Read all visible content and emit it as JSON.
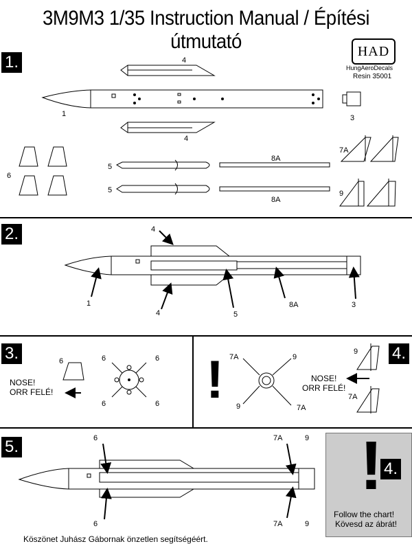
{
  "title": "3M9M3 1/35 Instruction Manual / Építési útmutató",
  "logo": {
    "text": "HAD",
    "brand": "HungAeroDecals",
    "product": "Resin 35001"
  },
  "steps": {
    "s1": "1.",
    "s2": "2.",
    "s3": "3.",
    "s4": "4.",
    "s5": "5.",
    "s4b": "4."
  },
  "labels": {
    "p1": "1",
    "p3": "3",
    "p4a": "4",
    "p4b": "4",
    "p5a": "5",
    "p5b": "5",
    "p6": "6",
    "p7a": "7A",
    "p8a_top": "8A",
    "p8a_bot": "8A",
    "p9": "9",
    "s2_4": "4",
    "s2_1": "1",
    "s2_4b": "4",
    "s2_5": "5",
    "s2_8a": "8A",
    "s2_3": "3",
    "s3_6a": "6",
    "s3_6b": "6",
    "s3_6c": "6",
    "s3_6d": "6",
    "s3_6e": "6",
    "s4_7a": "7A",
    "s4_9": "9",
    "s4_9b": "9",
    "s4_7ab": "7A",
    "s4_9side": "9",
    "s4_7aside": "7A",
    "s5_6t": "6",
    "s5_6b": "6",
    "s5_7at": "7A",
    "s5_9t": "9",
    "s5_7ab": "7A",
    "s5_9b": "9"
  },
  "nose_en": "NOSE!",
  "nose_hu": "ORR FELÉ!",
  "nose_en2": "NOSE!",
  "nose_hu2": "ORR FELÉ!",
  "exclaim": "!",
  "follow_en": "Follow the chart!",
  "follow_hu": "Kövesd az ábrát!",
  "footer": "Köszönet Juhász Gábornak önzetlen segítségéért."
}
